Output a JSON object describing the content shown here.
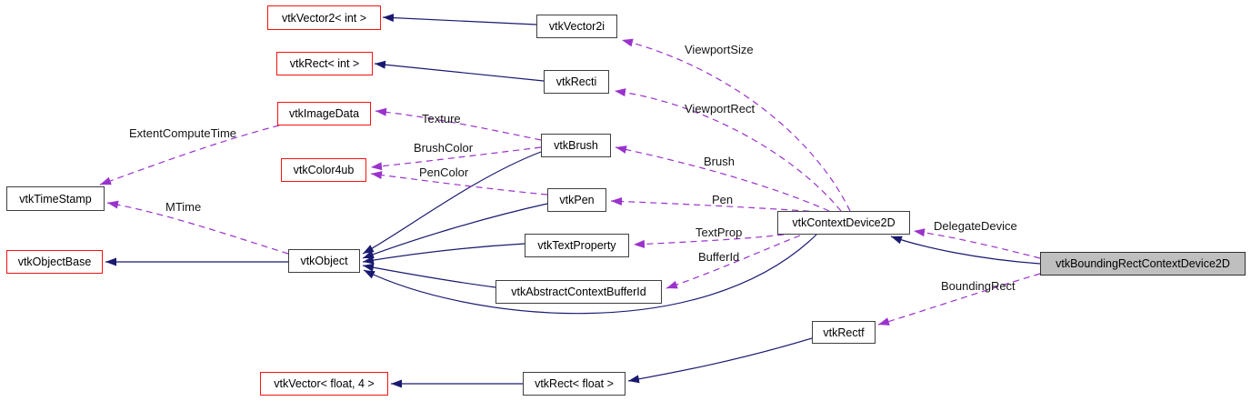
{
  "diagram": {
    "kind": "doxygen-collaboration-graph",
    "highlighted_node": "vtkBoundingRectContextDevice2D",
    "colors": {
      "inheritance_edge": "#191970",
      "usage_edge": "#9a32cd",
      "node_fill": "#ffffff",
      "node_border": "#3f3f3f",
      "truncated_node_border": "#f51313",
      "highlight_fill": "#bfbfbf",
      "text": "#000000"
    },
    "nodes": [
      {
        "id": "vtkVector2-int",
        "label": "vtkVector2< int >",
        "style": "red"
      },
      {
        "id": "vtkVector2i",
        "label": "vtkVector2i",
        "style": "normal"
      },
      {
        "id": "vtkRect-int",
        "label": "vtkRect< int >",
        "style": "red"
      },
      {
        "id": "vtkRecti",
        "label": "vtkRecti",
        "style": "normal"
      },
      {
        "id": "vtkImageData",
        "label": "vtkImageData",
        "style": "red"
      },
      {
        "id": "vtkBrush",
        "label": "vtkBrush",
        "style": "normal"
      },
      {
        "id": "vtkColor4ub",
        "label": "vtkColor4ub",
        "style": "red"
      },
      {
        "id": "vtkPen",
        "label": "vtkPen",
        "style": "normal"
      },
      {
        "id": "vtkTimeStamp",
        "label": "vtkTimeStamp",
        "style": "normal"
      },
      {
        "id": "vtkObjectBase",
        "label": "vtkObjectBase",
        "style": "red"
      },
      {
        "id": "vtkObject",
        "label": "vtkObject",
        "style": "normal"
      },
      {
        "id": "vtkTextProperty",
        "label": "vtkTextProperty",
        "style": "normal"
      },
      {
        "id": "vtkAbstractContextBufferId",
        "label": "vtkAbstractContextBufferId",
        "style": "normal"
      },
      {
        "id": "vtkContextDevice2D",
        "label": "vtkContextDevice2D",
        "style": "normal"
      },
      {
        "id": "vtkBoundingRectContextDevice2D",
        "label": "vtkBoundingRectContextDevice2D",
        "style": "highlight"
      },
      {
        "id": "vtkRectf",
        "label": "vtkRectf",
        "style": "normal"
      },
      {
        "id": "vtkRect-float",
        "label": "vtkRect< float >",
        "style": "normal"
      },
      {
        "id": "vtkVector-float-4",
        "label": "vtkVector< float, 4 >",
        "style": "red"
      }
    ],
    "edge_labels": [
      "ExtentComputeTime",
      "MTime",
      "Texture",
      "BrushColor",
      "PenColor",
      "ViewportSize",
      "ViewportRect",
      "Brush",
      "Pen",
      "TextProp",
      "BufferId",
      "DelegateDevice",
      "BoundingRect"
    ],
    "edges": [
      {
        "from": "vtkVector2i",
        "to": "vtkVector2< int >",
        "type": "inheritance"
      },
      {
        "from": "vtkRecti",
        "to": "vtkRect< int >",
        "type": "inheritance"
      },
      {
        "from": "vtkObject",
        "to": "vtkObjectBase",
        "type": "inheritance"
      },
      {
        "from": "vtkBrush",
        "to": "vtkObject",
        "type": "inheritance"
      },
      {
        "from": "vtkPen",
        "to": "vtkObject",
        "type": "inheritance"
      },
      {
        "from": "vtkTextProperty",
        "to": "vtkObject",
        "type": "inheritance"
      },
      {
        "from": "vtkAbstractContextBufferId",
        "to": "vtkObject",
        "type": "inheritance"
      },
      {
        "from": "vtkContextDevice2D",
        "to": "vtkObject",
        "type": "inheritance"
      },
      {
        "from": "vtkBoundingRectContextDevice2D",
        "to": "vtkContextDevice2D",
        "type": "inheritance"
      },
      {
        "from": "vtkRectf",
        "to": "vtkRect< float >",
        "type": "inheritance"
      },
      {
        "from": "vtkRect< float >",
        "to": "vtkVector< float, 4 >",
        "type": "inheritance"
      },
      {
        "from": "vtkContextDevice2D",
        "to": "vtkVector2i",
        "label": "ViewportSize",
        "type": "usage"
      },
      {
        "from": "vtkContextDevice2D",
        "to": "vtkRecti",
        "label": "ViewportRect",
        "type": "usage"
      },
      {
        "from": "vtkContextDevice2D",
        "to": "vtkBrush",
        "label": "Brush",
        "type": "usage"
      },
      {
        "from": "vtkContextDevice2D",
        "to": "vtkPen",
        "label": "Pen",
        "type": "usage"
      },
      {
        "from": "vtkContextDevice2D",
        "to": "vtkTextProperty",
        "label": "TextProp",
        "type": "usage"
      },
      {
        "from": "vtkContextDevice2D",
        "to": "vtkAbstractContextBufferId",
        "label": "BufferId",
        "type": "usage"
      },
      {
        "from": "vtkBrush",
        "to": "vtkImageData",
        "label": "Texture",
        "type": "usage"
      },
      {
        "from": "vtkBrush",
        "to": "vtkColor4ub",
        "label": "BrushColor",
        "type": "usage"
      },
      {
        "from": "vtkPen",
        "to": "vtkColor4ub",
        "label": "PenColor",
        "type": "usage"
      },
      {
        "from": "vtkImageData",
        "to": "vtkTimeStamp",
        "label": "ExtentComputeTime",
        "type": "usage"
      },
      {
        "from": "vtkObject",
        "to": "vtkTimeStamp",
        "label": "MTime",
        "type": "usage"
      },
      {
        "from": "vtkBoundingRectContextDevice2D",
        "to": "vtkContextDevice2D",
        "label": "DelegateDevice",
        "type": "usage"
      },
      {
        "from": "vtkBoundingRectContextDevice2D",
        "to": "vtkRectf",
        "label": "BoundingRect",
        "type": "usage"
      }
    ]
  }
}
